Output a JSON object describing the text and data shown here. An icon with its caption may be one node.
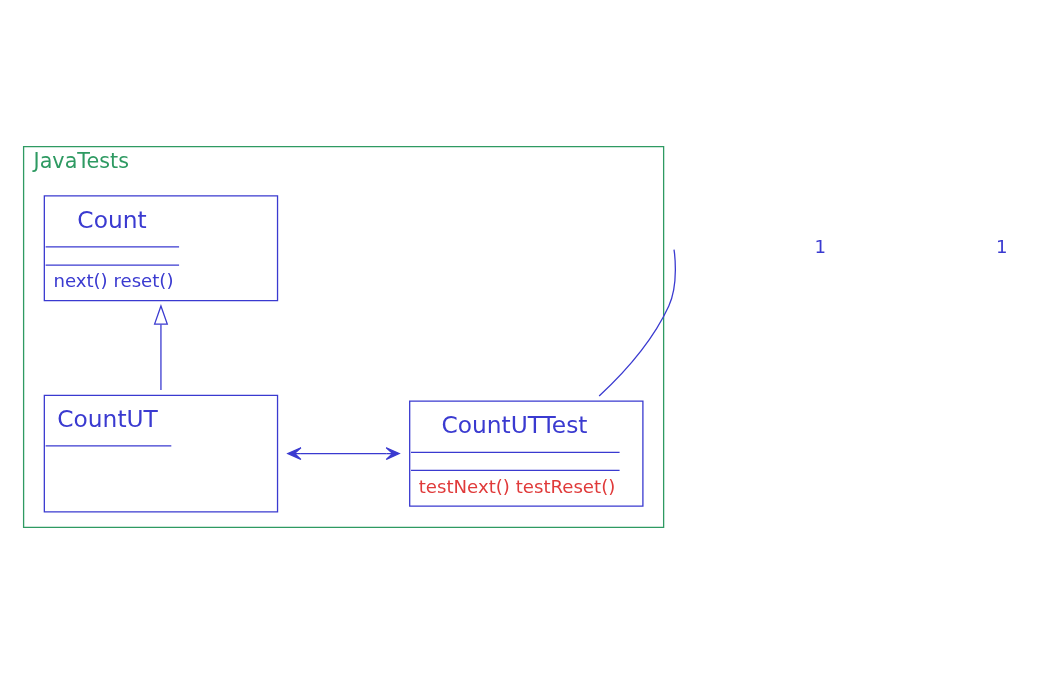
{
  "diagram": {
    "nodes": [
      {
        "text": [
          "JavaTests"
        ]
      },
      {
        "text": [
          "Count",
          "next() reset()"
        ],
        "in": 0
      },
      {
        "text": [
          "CountUT"
        ],
        "in": 0
      },
      {
        "text": [
          "CountUTTest",
          "testNext() testReset()"
        ],
        "in": 0
      }
    ],
    "edges": [
      {
        "from": 2,
        "to": 1,
        "arrow": "to"
      },
      {
        "from": 2,
        "to": 3,
        "arrow": "both"
      },
      {
        "from": 3,
        "to": null,
        "arrow": "none"
      }
    ],
    "labels": [
      "1",
      "1"
    ]
  }
}
